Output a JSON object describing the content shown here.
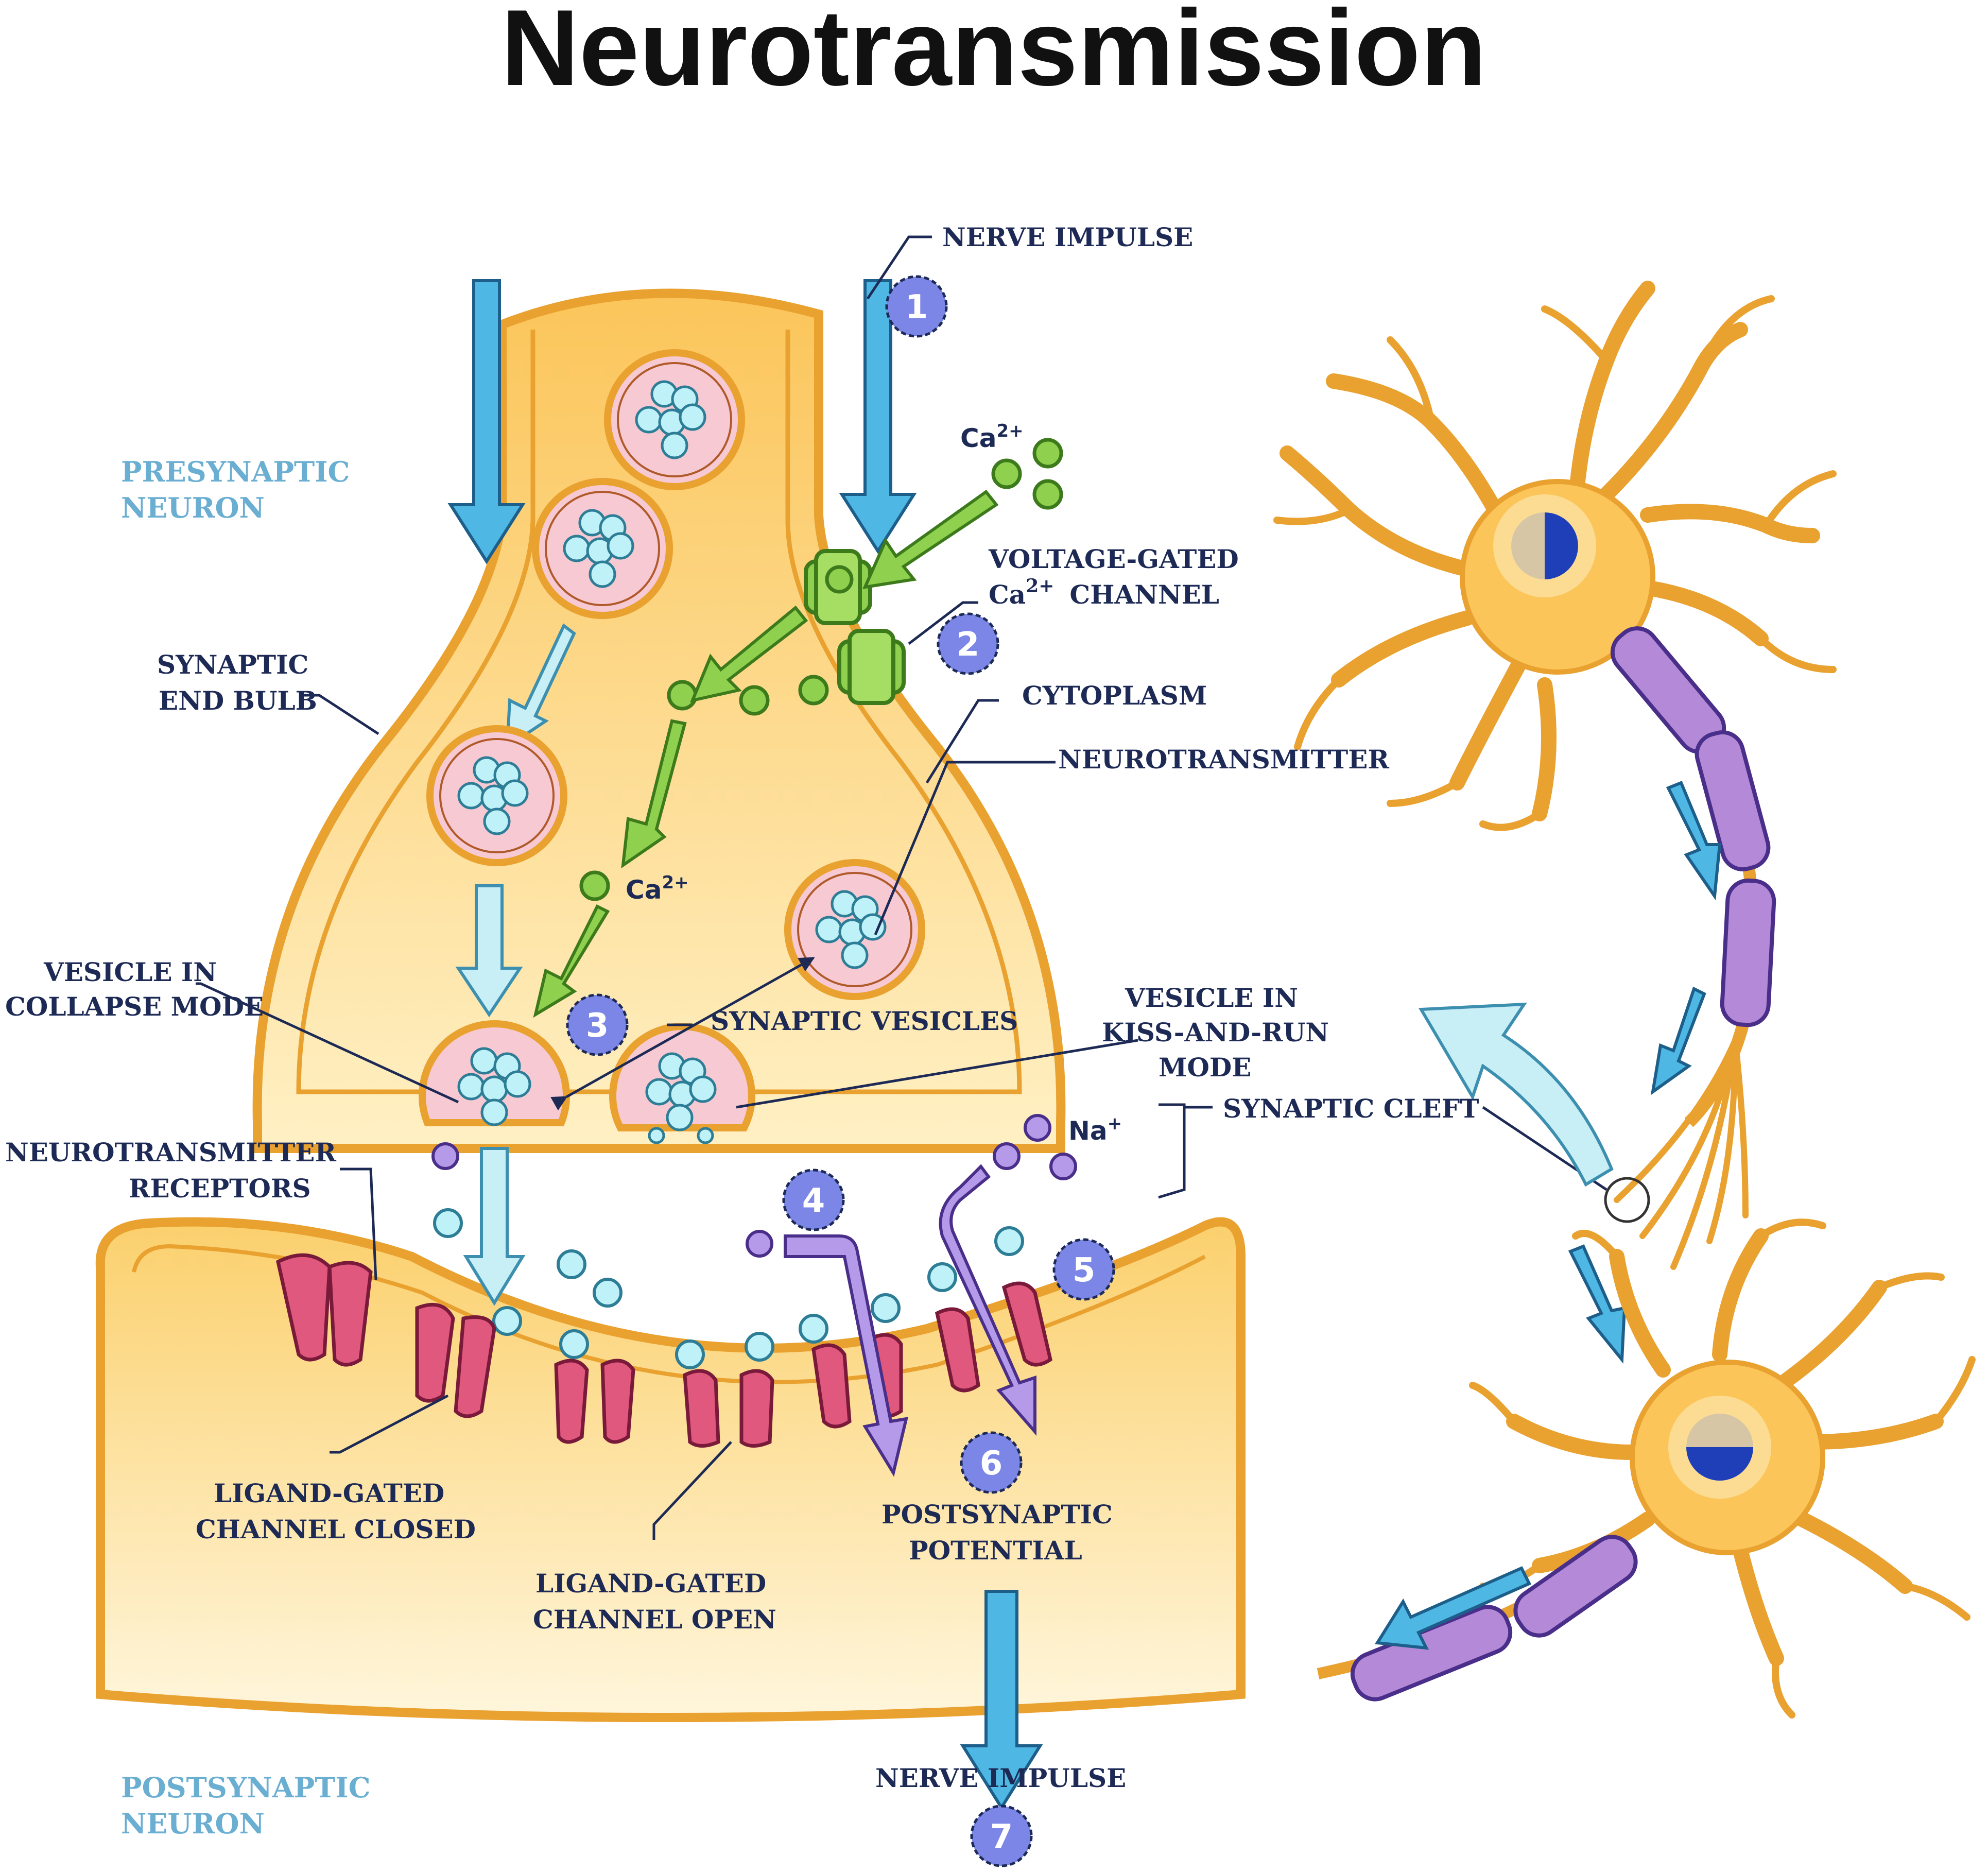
{
  "title": "Neurotransmission",
  "labels": {
    "nerve_impulse_top": "NERVE IMPULSE",
    "presynaptic_1": "PRESYNAPTIC",
    "presynaptic_2": "NEURON",
    "voltage_gated_1": "VOLTAGE-GATED",
    "voltage_gated_2a": "Ca",
    "voltage_gated_2sup": "2+",
    "voltage_gated_2b": "CHANNEL",
    "synaptic_end_bulb_1": "SYNAPTIC",
    "synaptic_end_bulb_2": "END BULB",
    "cytoplasm": "CYTOPLASM",
    "neurotransmitter": "NEUROTRANSMITTER",
    "vesicle_collapse_1": "VESICLE IN",
    "vesicle_collapse_2": "COLLAPSE MODE",
    "synaptic_vesicles": "SYNAPTIC VESICLES",
    "vesicle_kiss_1": "VESICLE IN",
    "vesicle_kiss_2": "KISS-AND-RUN",
    "vesicle_kiss_3": "MODE",
    "synaptic_cleft": "SYNAPTIC CLEFT",
    "nt_receptors_1": "NEUROTRANSMITTER",
    "nt_receptors_2": "RECEPTORS",
    "lg_closed_1": "LIGAND-GATED",
    "lg_closed_2": "CHANNEL CLOSED",
    "lg_open_1": "LIGAND-GATED",
    "lg_open_2": "CHANNEL OPEN",
    "postsynaptic_potential_1": "POSTSYNAPTIC",
    "postsynaptic_potential_2": "POTENTIAL",
    "nerve_impulse_bottom": "NERVE IMPULSE",
    "postsynaptic_1": "POSTSYNAPTIC",
    "postsynaptic_2": "NEURON"
  },
  "ions": {
    "ca_top": "Ca",
    "ca_top_sup": "2+",
    "ca_mid": "Ca",
    "ca_mid_sup": "2+",
    "na": "Na",
    "na_sup": "+"
  },
  "steps": [
    "1",
    "2",
    "3",
    "4",
    "5",
    "6",
    "7"
  ],
  "colors": {
    "cell_fill": "#fbd77a",
    "cell_outline": "#e9a12f",
    "arrow_blue": "#4fb7e3",
    "arrow_light": "#c8eef6",
    "calcium_green": "#8fd14f",
    "sodium_purple": "#b49ae8",
    "receptor_pink": "#e0587e",
    "vesicle_pink": "#f7c9d2",
    "neurotransmitter_cyan": "#bff1f8",
    "step_badge": "#7b86e6",
    "myelin_purple": "#b48ad8",
    "nucleus_blue": "#1f3fb8"
  }
}
